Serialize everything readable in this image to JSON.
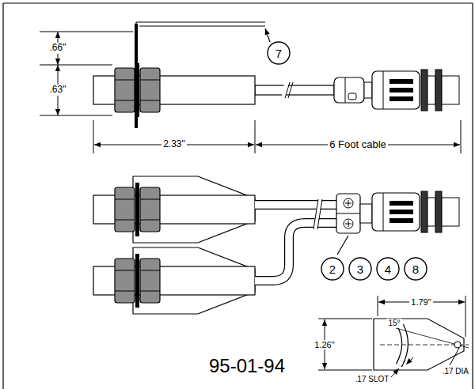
{
  "diagram": {
    "nodes": [
      {
        "text": [
          "7"
        ]
      },
      {
        "text": [
          "2"
        ]
      },
      {
        "text": [
          "3"
        ]
      },
      {
        "text": [
          "4"
        ]
      },
      {
        "text": [
          "8"
        ]
      }
    ],
    "labels": [
      ".66\"",
      ".63\"",
      "2.33\"",
      "6 Foot cable",
      "1.79\"",
      "15°",
      "1.26\"",
      ".17 DIA",
      ".17 SLOT",
      "95-01-94"
    ]
  }
}
